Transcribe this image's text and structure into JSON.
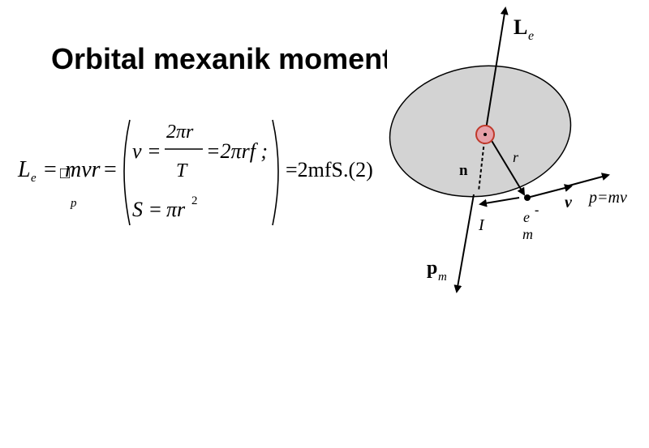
{
  "slide": {
    "title": "Orbital mexanik moment"
  },
  "formula": {
    "lhs_main": "L",
    "lhs_sub": "e",
    "eq1": "=",
    "box_glyph": "□",
    "mvr": "mvr",
    "sub_p": "p",
    "eq2": "=",
    "v_label": "v =",
    "frac_num": "2πr",
    "frac_den": "T",
    "v_tail": "=2πrf ;",
    "S_label": "S =",
    "pi_r": "πr",
    "sq": "2",
    "result": "=2mfS.(2)"
  },
  "diagram": {
    "Le_main": "L",
    "Le_sub": "e",
    "n_label": "n",
    "r_label": "r",
    "v_label": "v",
    "p_label": "p=mv",
    "I_label": "I",
    "e_main": "e",
    "e_sup": "-",
    "m_label": "m",
    "pm_main": "p",
    "pm_sub": "m",
    "colors": {
      "orbit_fill": "#d3d3d3",
      "nucleus_fill": "#e6a0a8",
      "nucleus_stroke": "#c0392b"
    }
  }
}
